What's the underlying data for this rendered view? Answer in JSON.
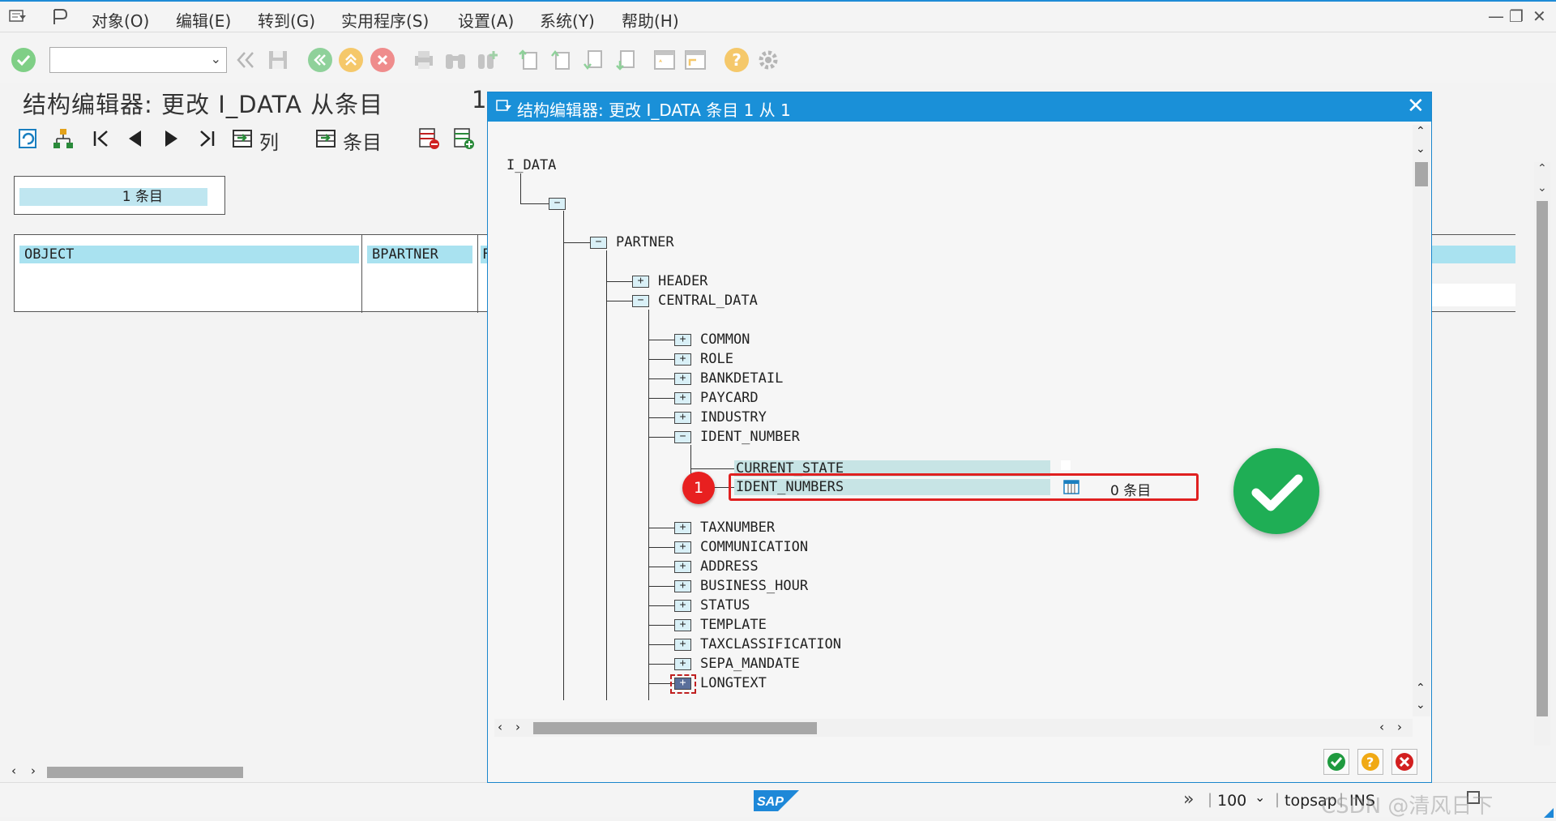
{
  "menu": {
    "items": [
      "对象(O)",
      "编辑(E)",
      "转到(G)",
      "实用程序(S)",
      "设置(A)",
      "系统(Y)",
      "帮助(H)"
    ]
  },
  "window_controls": {
    "minimize": "—",
    "restore": "❐",
    "close": "✕"
  },
  "page": {
    "title": "结构编辑器: 更改 I_DATA 从条目",
    "title_clip": "1"
  },
  "app_toolbar": {
    "columns_label": "列",
    "entries_label": "条目"
  },
  "entries": {
    "value": "1 条目"
  },
  "table": {
    "headers": [
      "OBJECT",
      "BPARTNER",
      "F"
    ]
  },
  "dialog": {
    "title": "结构编辑器: 更改 I_DATA 条目 1 从 1",
    "close": "✕",
    "tree": {
      "root": "I_DATA",
      "partner": "PARTNER",
      "header": "HEADER",
      "central_data": "CENTRAL_DATA",
      "central_children": [
        "COMMON",
        "ROLE",
        "BANKDETAIL",
        "PAYCARD",
        "INDUSTRY",
        "IDENT_NUMBER"
      ],
      "ident_children": {
        "current_state": "CURRENT_STATE",
        "ident_numbers": "IDENT_NUMBERS",
        "ident_numbers_count": "0 条目"
      },
      "central_children_after": [
        "TAXNUMBER",
        "COMMUNICATION",
        "ADDRESS",
        "BUSINESS_HOUR",
        "STATUS",
        "TEMPLATE",
        "TAXCLASSIFICATION",
        "SEPA_MANDATE",
        "LONGTEXT"
      ]
    },
    "annotation_badge": "1"
  },
  "status": {
    "zoom": "100",
    "system": "topsap",
    "mode": "INS",
    "watermark": "CSDN @清风日下"
  },
  "colors": {
    "title_bar": "#1a90d8",
    "highlight_field": "#a9e2f0",
    "annotation_red": "#e02020",
    "check_green": "#1fae55"
  }
}
